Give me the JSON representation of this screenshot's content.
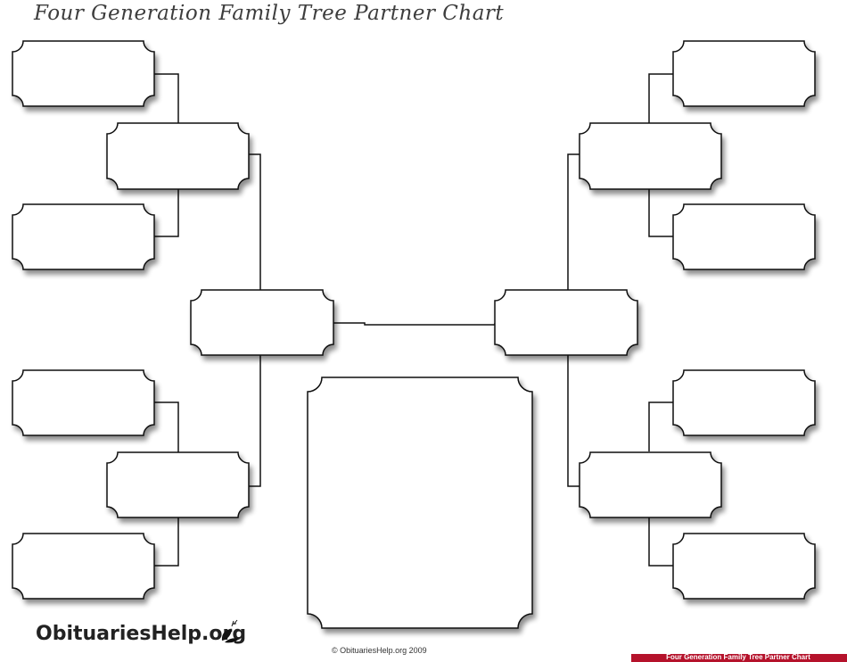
{
  "header": {
    "title": "Four Generation Family Tree Partner Chart"
  },
  "tree": {
    "left_side": {
      "person": "",
      "parents": [
        "",
        ""
      ],
      "grandparents": [
        "",
        "",
        "",
        ""
      ]
    },
    "right_side": {
      "person": "",
      "parents": [
        "",
        ""
      ],
      "grandparents": [
        "",
        "",
        "",
        ""
      ]
    },
    "photo_frame": ""
  },
  "footer": {
    "logo_text": "ObituariesHelp.org",
    "copyright": "© ObituariesHelp.org 2009",
    "banner": "Four Generation Family Tree Partner Chart",
    "banner_color": "#b5122b"
  }
}
